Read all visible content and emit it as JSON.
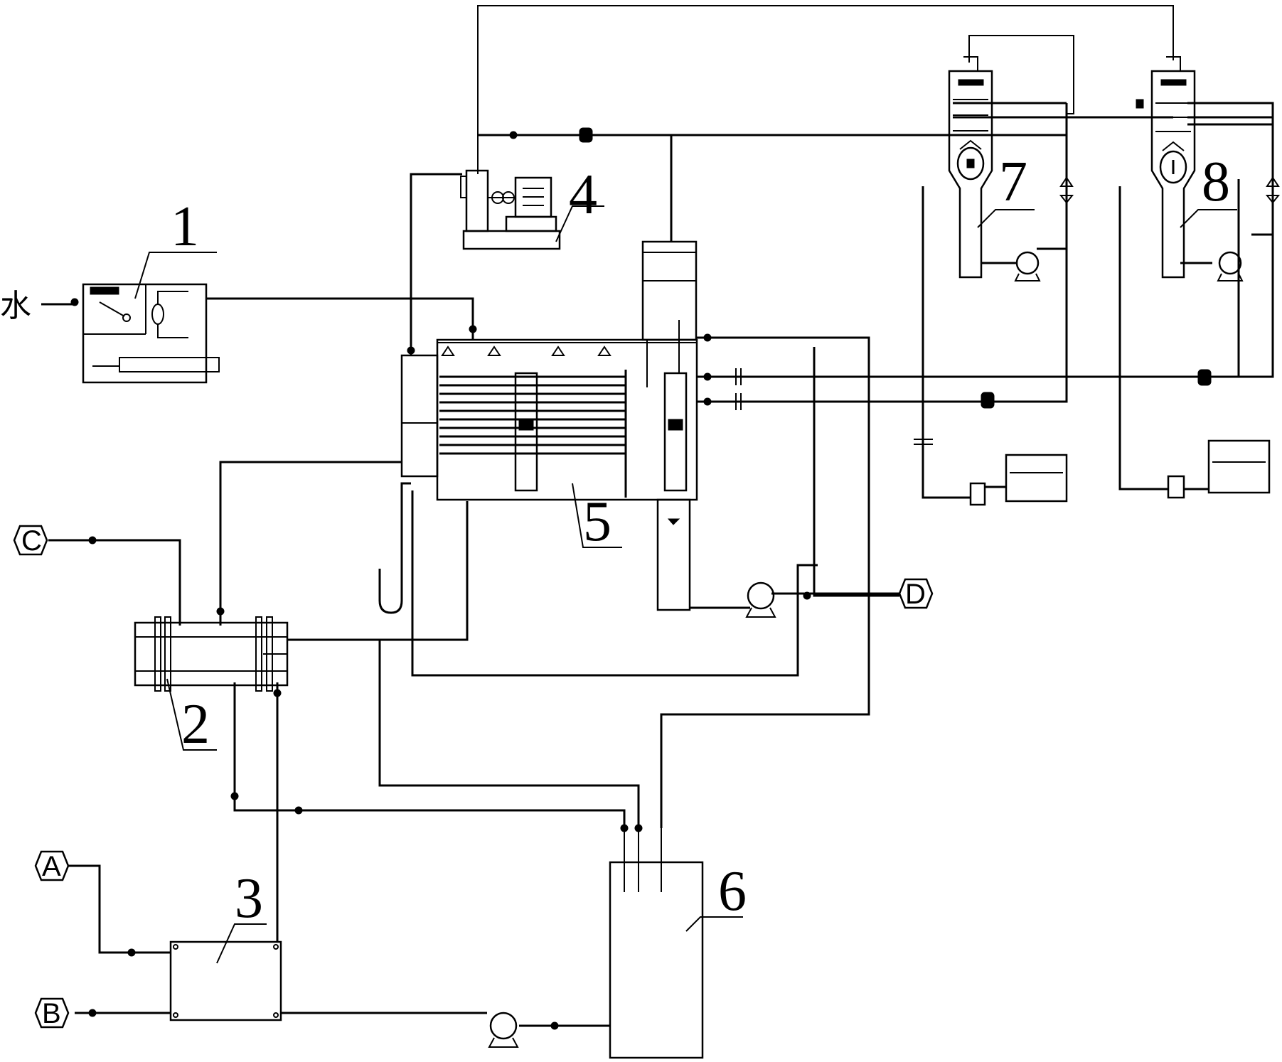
{
  "inlet": {
    "water_label": "水"
  },
  "units": [
    {
      "id": "1",
      "label": "1"
    },
    {
      "id": "2",
      "label": "2"
    },
    {
      "id": "3",
      "label": "3"
    },
    {
      "id": "4",
      "label": "4"
    },
    {
      "id": "5",
      "label": "5"
    },
    {
      "id": "6",
      "label": "6"
    },
    {
      "id": "7",
      "label": "7"
    },
    {
      "id": "8",
      "label": "8"
    }
  ],
  "connectors": [
    {
      "id": "A",
      "label": "A"
    },
    {
      "id": "B",
      "label": "B"
    },
    {
      "id": "C",
      "label": "C"
    },
    {
      "id": "D",
      "label": "D"
    }
  ]
}
